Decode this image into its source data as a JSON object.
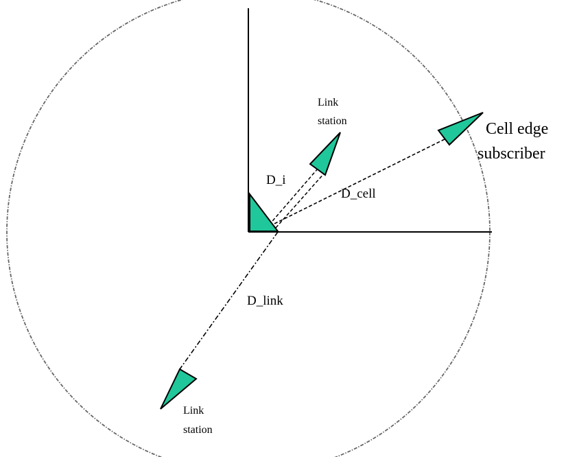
{
  "labels": {
    "link_station_top": [
      "Link",
      "station"
    ],
    "link_station_bottom": [
      "Link",
      "station"
    ],
    "cell_edge_subscriber": [
      "Cell edge",
      "subscriber"
    ],
    "d_i": "D_i",
    "d_cell": "D_cell",
    "d_link": "D_link"
  },
  "colors": {
    "station_fill": "#1fc79a",
    "outline": "#000000",
    "dashed_line": "#000000",
    "circle": "#666666"
  }
}
